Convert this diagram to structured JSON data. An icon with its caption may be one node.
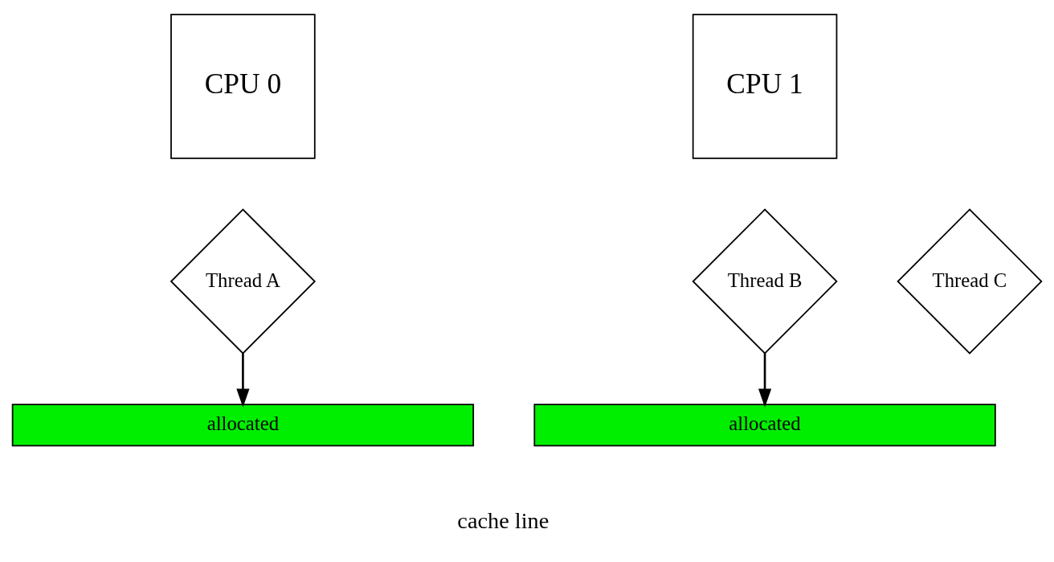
{
  "diagram": {
    "nodes": [
      {
        "text": [
          "CPU 0"
        ]
      },
      {
        "text": [
          "CPU 1"
        ]
      },
      {
        "text": [
          "Thread A"
        ]
      },
      {
        "text": [
          "Thread B"
        ]
      },
      {
        "text": [
          "Thread C"
        ]
      },
      {
        "text": [
          "allocated"
        ]
      },
      {
        "text": [
          "allocated"
        ]
      }
    ],
    "edges": [
      {
        "from": 2,
        "to": 5,
        "arrow": "to"
      },
      {
        "from": 3,
        "to": 6,
        "arrow": "to"
      }
    ],
    "labels": [
      "cache line"
    ]
  }
}
